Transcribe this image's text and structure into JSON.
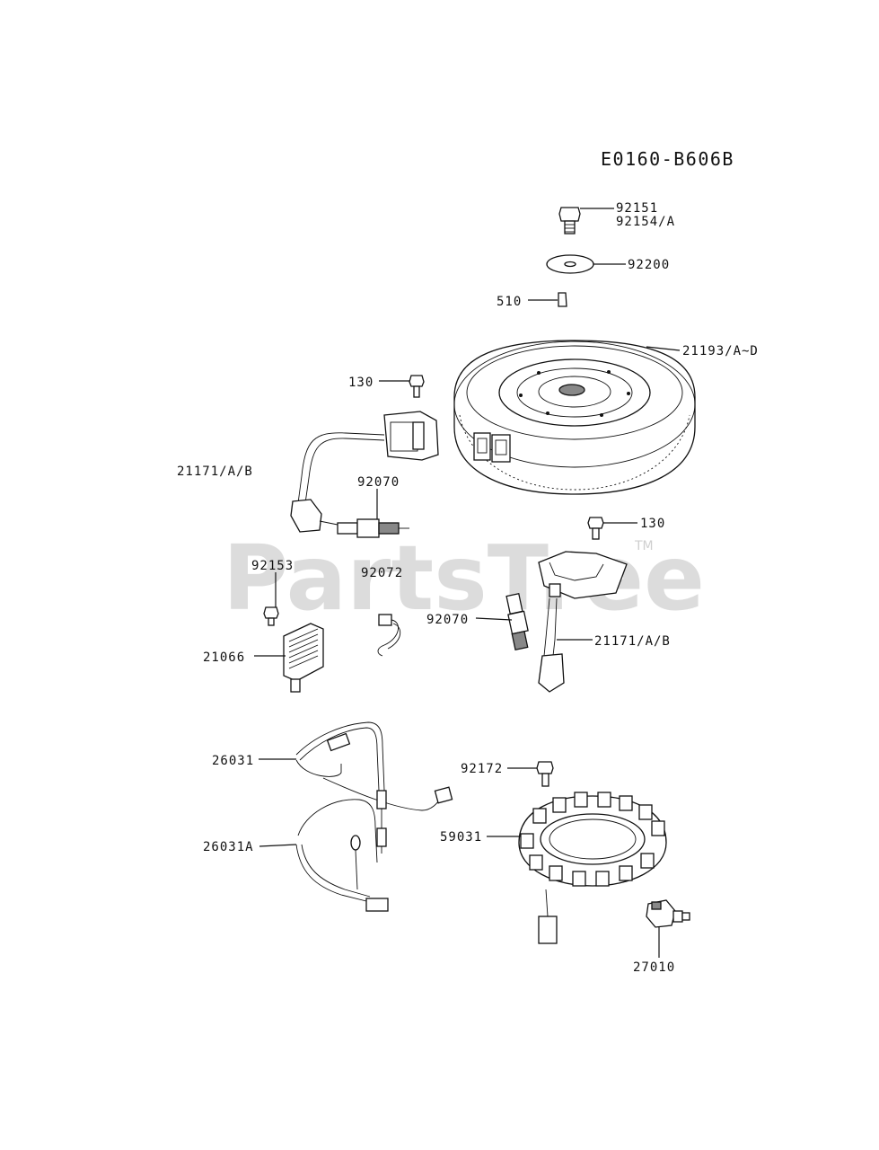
{
  "diagram_code": "E0160-B606B",
  "watermark": {
    "text": "PartsTree",
    "mark": "TM"
  },
  "callouts": [
    {
      "id": "c1",
      "label": "92151"
    },
    {
      "id": "c2",
      "label": "92154/A"
    },
    {
      "id": "c3",
      "label": "92200"
    },
    {
      "id": "c4",
      "label": "510"
    },
    {
      "id": "c5",
      "label": "21193/A~D"
    },
    {
      "id": "c6",
      "label": "130"
    },
    {
      "id": "c7",
      "label": "21171/A/B"
    },
    {
      "id": "c8",
      "label": "92070"
    },
    {
      "id": "c9",
      "label": "92072"
    },
    {
      "id": "c10",
      "label": "92153"
    },
    {
      "id": "c11",
      "label": "130"
    },
    {
      "id": "c12",
      "label": "92070"
    },
    {
      "id": "c13",
      "label": "21171/A/B"
    },
    {
      "id": "c14",
      "label": "21066"
    },
    {
      "id": "c15",
      "label": "26031"
    },
    {
      "id": "c16",
      "label": "92172"
    },
    {
      "id": "c17",
      "label": "59031"
    },
    {
      "id": "c18",
      "label": "26031A"
    },
    {
      "id": "c19",
      "label": "27010"
    }
  ]
}
